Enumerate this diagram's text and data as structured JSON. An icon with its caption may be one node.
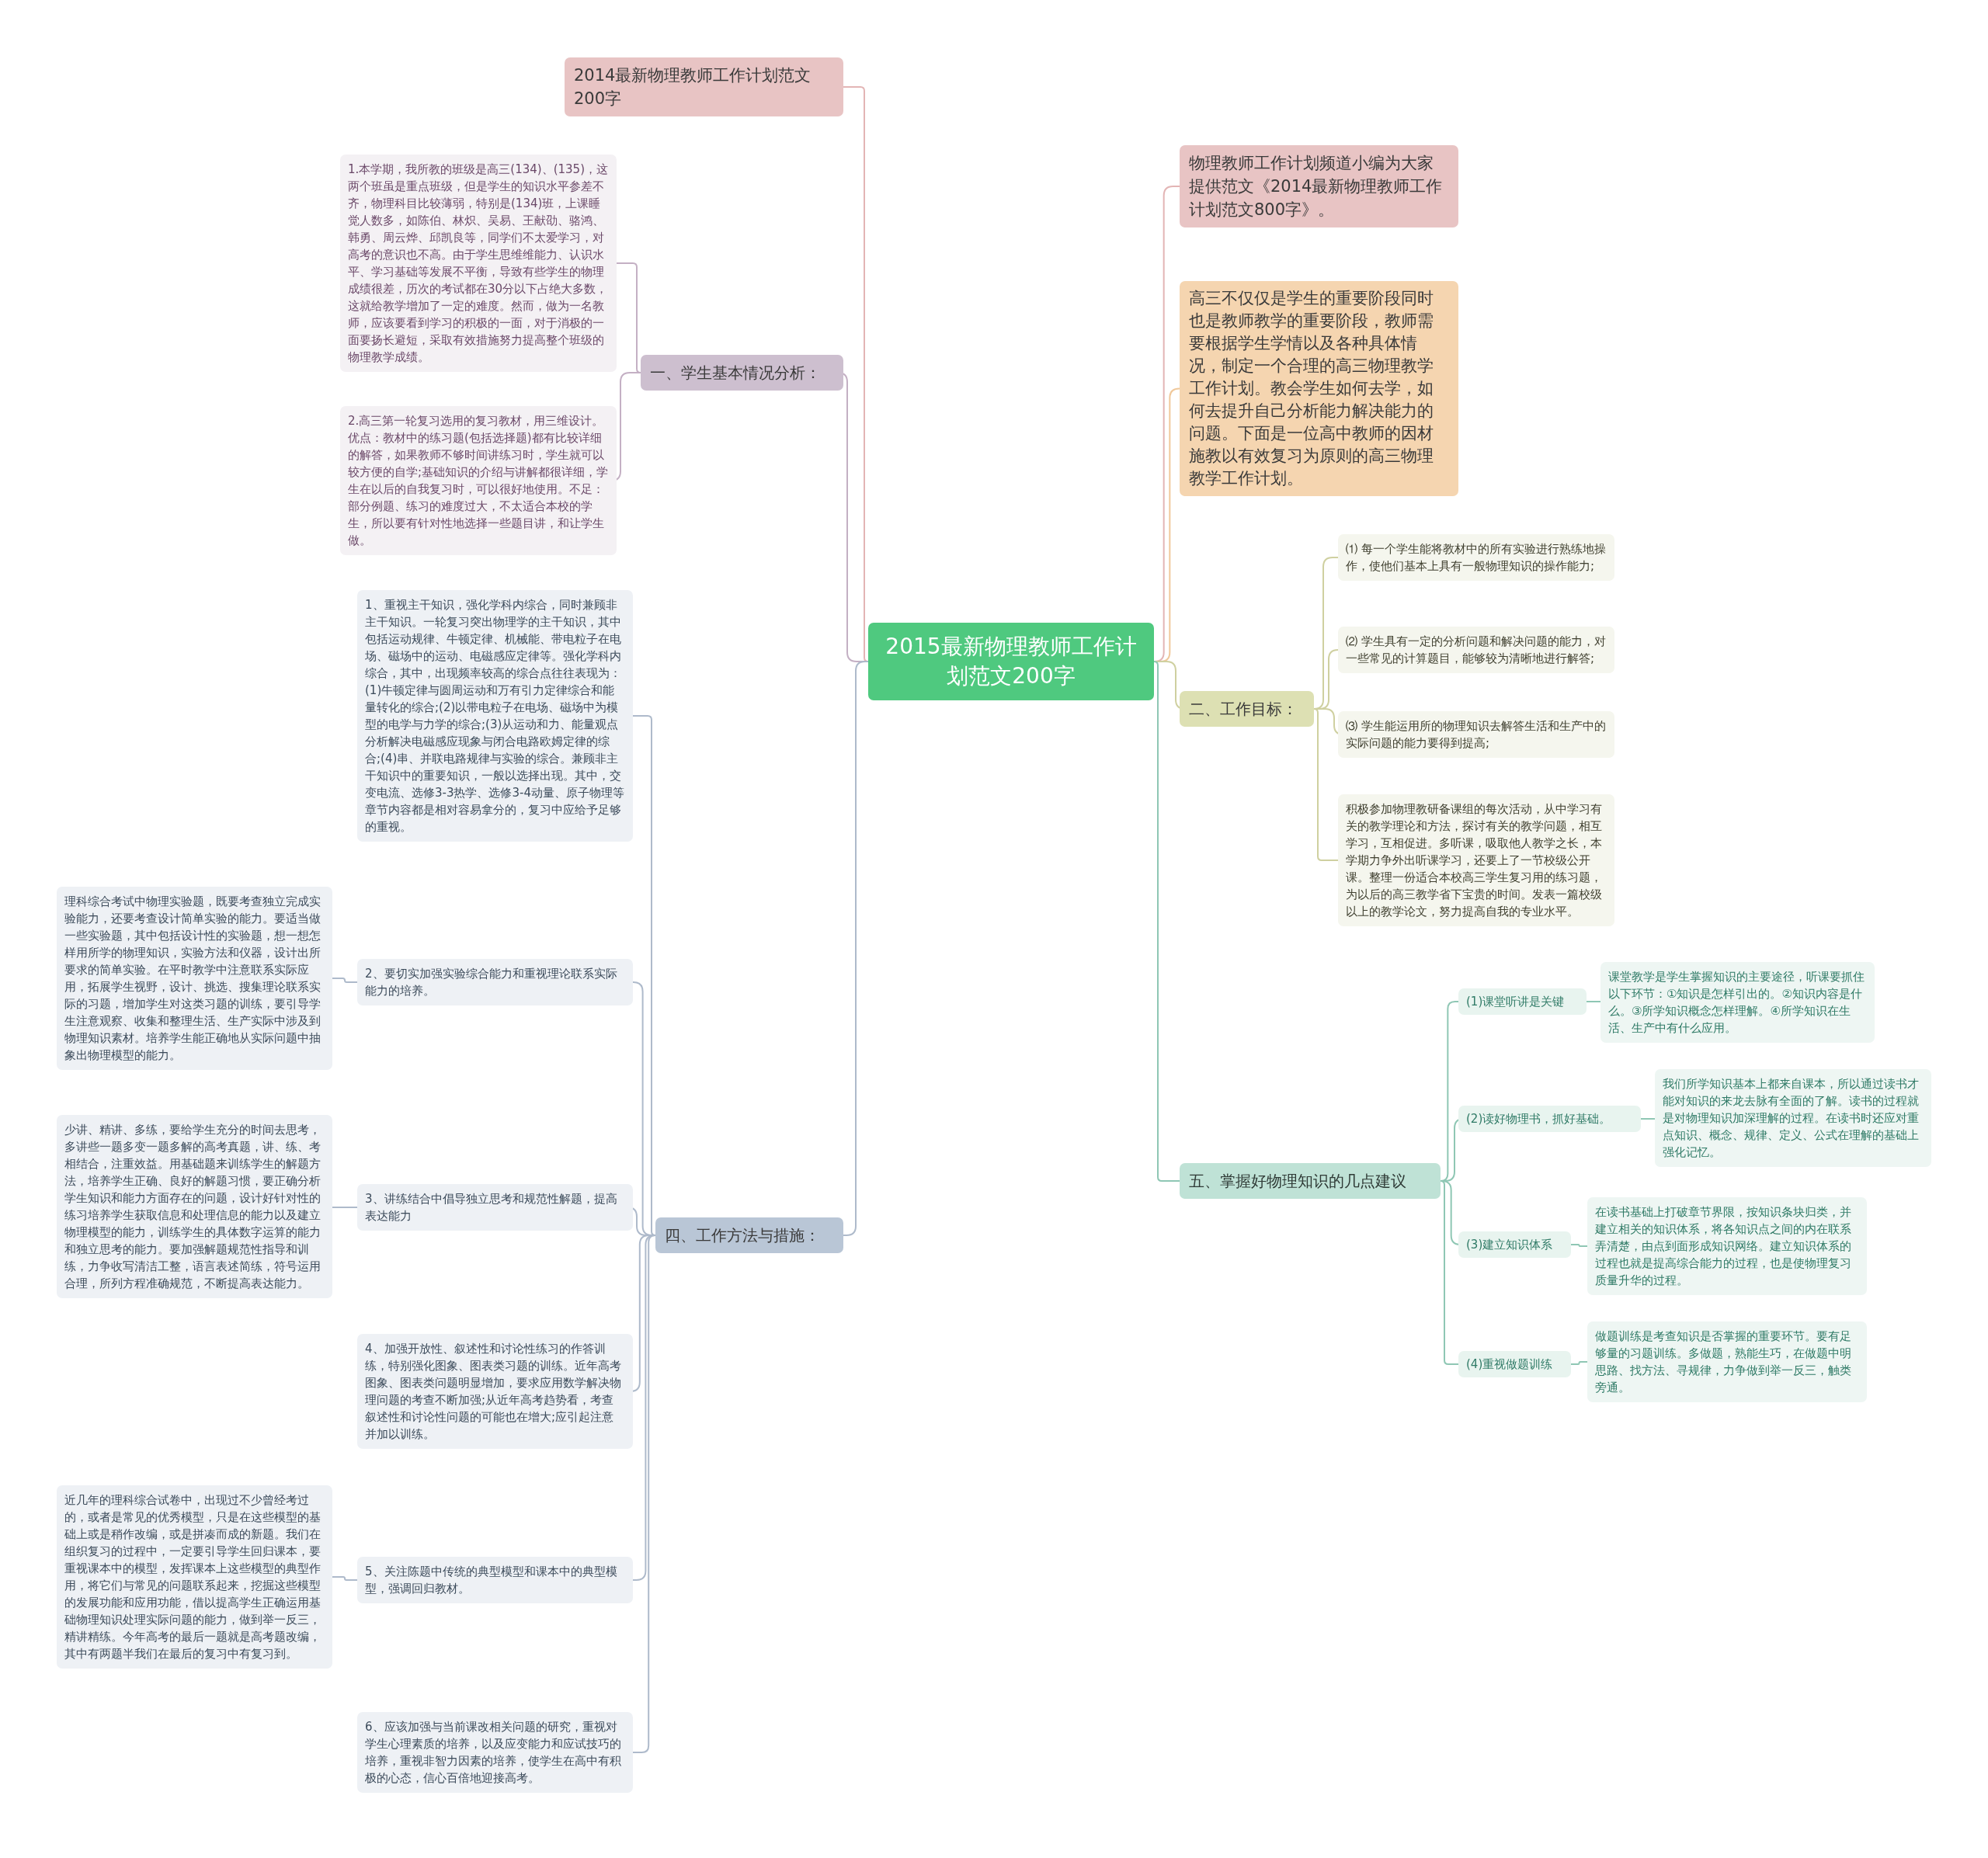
{
  "diagram": {
    "nodes": [
      {
        "text": [
          "2015最新物理教师工作计划范文200字"
        ]
      },
      {
        "text": [
          "2014最新物理教师工作计划范文200字"
        ]
      },
      {
        "text": [
          "一、学生基本情况分析："
        ]
      },
      {
        "text": [
          "1.本学期，我所教的班级是高三(134)、(135)，这两个班虽是重点班级，但是学生的知识水平参差不齐，物理科目比较薄弱，特别是(134)班，上课睡觉人数多，如陈伯、林炽、吴易、王献劭、骆鸿、韩勇、周云烨、邱凯良等，同学们不太爱学习，对高考的意识也不高。由于学生思维维能力、认识水平、学习基础等发展不平衡，导致有些学生的物理成绩很差，历次的考试都在30分以下占绝大多数，这就给教学增加了一定的难度。然而，做为一名教师，应该要看到学习的积极的一面，对于消极的一面要扬长避短，采取有效措施努力提高整个班级的物理教学成绩。"
        ]
      },
      {
        "text": [
          "2.高三第一轮复习选用的复习教材，用三维设计。优点：教材中的练习题(包括选择题)都有比较详细的解答，如果教师不够时间讲练习时，学生就可以较方便的自学;基础知识的介绍与讲解都很详细，学生在以后的自我复习时，可以很好地使用。不足：部分例题、练习的难度过大，不太适合本校的学生，所以要有针对性地选择一些题目讲，和让学生做。"
        ]
      },
      {
        "text": [
          "四、工作方法与措施："
        ]
      },
      {
        "text": [
          "1、重视主干知识，强化学科内综合，同时兼顾非主干知识。一轮复习突出物理学的主干知识，其中包括运动规律、牛顿定律、机械能、带电粒子在电场、磁场中的运动、电磁感应定律等。强化学科内综合，其中，出现频率较高的综合点往往表现为：(1)牛顿定律与圆周运动和万有引力定律综合和能量转化的综合;(2)以带电粒子在电场、磁场中为模型的电学与力学的综合;(3)从运动和力、能量观点分析解决电磁感应现象与闭合电路欧姆定律的综合;(4)串、并联电路规律与实验的综合。兼顾非主干知识中的重要知识，一般以选择出现。其中，交变电流、选修3-3热学、选修3-4动量、原子物理等章节内容都是相对容易拿分的，复习中应给予足够的重视。"
        ]
      },
      {
        "text": [
          "2、要切实加强实验综合能力和重视理论联系实际能力的培养。"
        ]
      },
      {
        "text": [
          "理科综合考试中物理实验题，既要考查独立完成实验能力，还要考查设计简单实验的能力。要适当做一些实验题，其中包括设计性的实验题，想一想怎样用所学的物理知识，实验方法和仪器，设计出所要求的简单实验。在平时教学中注意联系实际应用，拓展学生视野，设计、挑选、搜集理论联系实际的习题，增加学生对这类习题的训练，要引导学生注意观察、收集和整理生活、生产实际中涉及到物理知识素材。培养学生能正确地从实际问题中抽象出物理模型的能力。"
        ]
      },
      {
        "text": [
          "3、讲练结合中倡导独立思考和规范性解题，提高表达能力"
        ]
      },
      {
        "text": [
          "少讲、精讲、多练，要给学生充分的时间去思考，多讲些一题多变一题多解的高考真题，讲、练、考相结合，注重效益。用基础题来训练学生的解题方法，培养学生正确、良好的解题习惯，要正确分析学生知识和能力方面存在的问题，设计好针对性的练习培养学生获取信息和处理信息的能力以及建立物理模型的能力，训练学生的具体数字运算的能力和独立思考的能力。要加强解题规范性指导和训练，力争收写清洁工整，语言表述简练，符号运用合理，所列方程准确规范，不断提高表达能力。"
        ]
      },
      {
        "text": [
          "4、加强开放性、叙述性和讨论性练习的作答训练，特别强化图象、图表类习题的训练。近年高考图象、图表类问题明显增加，要求应用数学解决物理问题的考查不断加强;从近年高考趋势看，考查叙述性和讨论性问题的可能也在增大;应引起注意并加以训练。"
        ]
      },
      {
        "text": [
          "5、关注陈题中传统的典型模型和课本中的典型模型，强调回归教材。"
        ]
      },
      {
        "text": [
          "近几年的理科综合试卷中，出现过不少曾经考过的，或者是常见的优秀模型，只是在这些模型的基础上或是稍作改编，或是拼凑而成的新题。我们在组织复习的过程中，一定要引导学生回归课本，要重视课本中的模型，发挥课本上这些模型的典型作用，将它们与常见的问题联系起来，挖掘这些模型的发展功能和应用功能，借以提高学生正确运用基础物理知识处理实际问题的能力，做到举一反三，精讲精练。今年高考的最后一题就是高考题改编，其中有两题半我们在最后的复习中有复习到。"
        ]
      },
      {
        "text": [
          "6、应该加强与当前课改相关问题的研究，重视对学生心理素质的培养，以及应变能力和应试技巧的培养，重视非智力因素的培养，使学生在高中有积极的心态，信心百倍地迎接高考。"
        ]
      },
      {
        "text": [
          "物理教师工作计划频道小编为大家提供范文《2014最新物理教师工作计划范文800字》。"
        ]
      },
      {
        "text": [
          "高三不仅仅是学生的重要阶段同时也是教师教学的重要阶段，教师需要根据学生学情以及各种具体情况，制定一个合理的高三物理教学工作计划。教会学生如何去学，如何去提升自己分析能力解决能力的问题。下面是一位高中教师的因材施教以有效复习为原则的高三物理教学工作计划。"
        ]
      },
      {
        "text": [
          "二、工作目标："
        ]
      },
      {
        "text": [
          "⑴ 每一个学生能将教材中的所有实验进行熟练地操作，使他们基本上具有一般物理知识的操作能力;"
        ]
      },
      {
        "text": [
          "⑵ 学生具有一定的分析问题和解决问题的能力，对一些常见的计算题目，能够较为清晰地进行解答;"
        ]
      },
      {
        "text": [
          "⑶ 学生能运用所的物理知识去解答生活和生产中的实际问题的能力要得到提高;"
        ]
      },
      {
        "text": [
          "积极参加物理教研备课组的每次活动，从中学习有关的教学理论和方法，探讨有关的教学问题，相互学习，互相促进。多听课，吸取他人教学之长，本学期力争外出听课学习，还要上了一节校级公开课。整理一份适合本校高三学生复习用的练习题，为以后的高三教学省下宝贵的时间。发表一篇校级以上的教学论文，努力提高自我的专业水平。"
        ]
      },
      {
        "text": [
          "五、掌握好物理知识的几点建议"
        ]
      },
      {
        "text": [
          "(1)课堂听讲是关键"
        ]
      },
      {
        "text": [
          "课堂教学是学生掌握知识的主要途径，听课要抓住以下环节：①知识是怎样引出的。②知识内容是什么。③所学知识概念怎样理解。④所学知识在生活、生产中有什么应用。"
        ]
      },
      {
        "text": [
          "(2)读好物理书，抓好基础。"
        ]
      },
      {
        "text": [
          "我们所学知识基本上都来自课本，所以通过读书才能对知识的来龙去脉有全面的了解。读书的过程就是对物理知识加深理解的过程。在读书时还应对重点知识、概念、规律、定义、公式在理解的基础上强化记忆。"
        ]
      },
      {
        "text": [
          "(3)建立知识体系"
        ]
      },
      {
        "text": [
          "在读书基础上打破章节界限，按知识条块归类，并建立相关的知识体系，将各知识点之间的内在联系弄清楚，由点到面形成知识网络。建立知识体系的过程也就是提高综合能力的过程，也是使物理复习质量升华的过程。"
        ]
      },
      {
        "text": [
          "(4)重视做题训练"
        ]
      },
      {
        "text": [
          "做题训练是考查知识是否掌握的重要环节。要有足够量的习题训练。多做题，熟能生巧，在做题中明思路、找方法、寻规律，力争做到举一反三，触类旁通。"
        ]
      }
    ],
    "edges": [
      {
        "from": 0,
        "to": 1,
        "arrow": "none",
        "color": "#e3b5b5"
      },
      {
        "from": 0,
        "to": 2,
        "arrow": "none",
        "color": "#c4b0c4"
      },
      {
        "from": 2,
        "to": 3,
        "arrow": "none",
        "color": "#c4b0c4"
      },
      {
        "from": 2,
        "to": 4,
        "arrow": "none",
        "color": "#c4b0c4"
      },
      {
        "from": 0,
        "to": 5,
        "arrow": "none"
      },
      {
        "from": 5,
        "to": 6,
        "arrow": "none"
      },
      {
        "from": 5,
        "to": 7,
        "arrow": "none"
      },
      {
        "from": 7,
        "to": 8,
        "arrow": "none"
      },
      {
        "from": 5,
        "to": 9,
        "arrow": "none"
      },
      {
        "from": 9,
        "to": 10,
        "arrow": "none"
      },
      {
        "from": 5,
        "to": 11,
        "arrow": "none"
      },
      {
        "from": 5,
        "to": 12,
        "arrow": "none"
      },
      {
        "from": 12,
        "to": 13,
        "arrow": "none"
      },
      {
        "from": 5,
        "to": 14,
        "arrow": "none"
      },
      {
        "from": 0,
        "to": 15,
        "arrow": "none",
        "color": "#e3b5b5"
      },
      {
        "from": 0,
        "to": 16,
        "arrow": "none",
        "color": "#f0c89a"
      },
      {
        "from": 0,
        "to": 17,
        "arrow": "none",
        "color": "#cfd0a0"
      },
      {
        "from": 17,
        "to": 18,
        "arrow": "none",
        "color": "#cfd0a0"
      },
      {
        "from": 17,
        "to": 19,
        "arrow": "none",
        "color": "#cfd0a0"
      },
      {
        "from": 17,
        "to": 20,
        "arrow": "none",
        "color": "#cfd0a0"
      },
      {
        "from": 17,
        "to": 21,
        "arrow": "none",
        "color": "#cfd0a0"
      },
      {
        "from": 0,
        "to": 22,
        "arrow": "none",
        "color": "#8fc7b4"
      },
      {
        "from": 22,
        "to": 23,
        "arrow": "none",
        "color": "#8fc7b4"
      },
      {
        "from": 23,
        "to": 24,
        "arrow": "none",
        "color": "#8fc7b4"
      },
      {
        "from": 22,
        "to": 25,
        "arrow": "none",
        "color": "#8fc7b4"
      },
      {
        "from": 25,
        "to": 26,
        "arrow": "none",
        "color": "#8fc7b4"
      },
      {
        "from": 22,
        "to": 27,
        "arrow": "none",
        "color": "#8fc7b4"
      },
      {
        "from": 27,
        "to": 28,
        "arrow": "none",
        "color": "#8fc7b4"
      },
      {
        "from": 22,
        "to": 29,
        "arrow": "none",
        "color": "#8fc7b4"
      },
      {
        "from": 29,
        "to": 30,
        "arrow": "none",
        "color": "#8fc7b4"
      }
    ]
  }
}
